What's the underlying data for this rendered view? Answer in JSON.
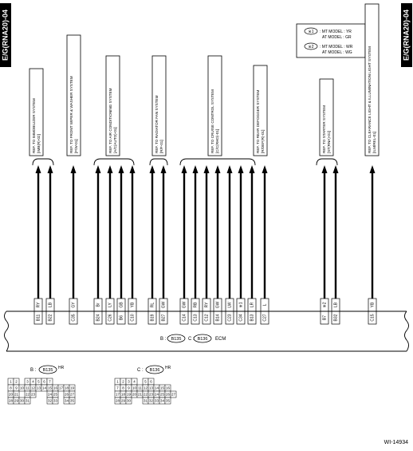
{
  "side_labels": {
    "left": "E/G(RNA20)-04",
    "right": "E/G(RNA20)-04"
  },
  "legend": [
    {
      "mark": "※1",
      "line1": ": MT MODEL : YR",
      "line2": "AT MODEL : GR"
    },
    {
      "mark": "※2",
      "line1": ": MT MODEL : WR",
      "line2": "AT MODEL : WG"
    }
  ],
  "references": [
    {
      "lines": [
        "REF. TO IMMOBILIZER SYSTEM",
        "[IMB(R)-02]"
      ]
    },
    {
      "lines": [
        "REF. TO FRONT WIPER & WASHER SYSTEM",
        "[F/W-01]"
      ]
    },
    {
      "lines": [
        "REF. TO AIR CONDITIONING SYSTEM",
        "[A/C(AUTO)-01]"
      ]
    },
    {
      "lines": [
        "REF. TO RADIATOR FAN SYSTEM",
        "[R/F-01]"
      ]
    },
    {
      "lines": [
        "REF. TO CRUISE CONTROL SYSTEM",
        "[C/C(RHD)-01]"
      ]
    },
    {
      "lines": [
        "REF. TO REAR DEFOGGER SYSTEM",
        "[R/DEF(R)-01]"
      ]
    },
    {
      "lines": [
        "REF. TO STARTER SYSTEM",
        "[ST(RNA)-01]"
      ]
    },
    {
      "lines": [
        "REF. TO CLEARANCE LIGHT & ILLUMINATION LIGHT SYSTEM",
        "[ILM/REL-01]"
      ]
    }
  ],
  "wires": [
    {
      "pin": "B11",
      "color": "RY"
    },
    {
      "pin": "B22",
      "color": "LB"
    },
    {
      "pin": "C35",
      "color": "GY"
    },
    {
      "pin": "B24",
      "color": "Br"
    },
    {
      "pin": "C26",
      "color": "LY"
    },
    {
      "pin": "B6",
      "color": "GB"
    },
    {
      "pin": "C10",
      "color": "YB"
    },
    {
      "pin": "B19",
      "color": "RL"
    },
    {
      "pin": "B27",
      "color": "GW"
    },
    {
      "pin": "C14",
      "color": "GW"
    },
    {
      "pin": "C13",
      "color": "RB"
    },
    {
      "pin": "C12",
      "color": "RY"
    },
    {
      "pin": "B14",
      "color": "GW"
    },
    {
      "pin": "C23",
      "color": "LW"
    },
    {
      "pin": "C34",
      "color": "※1"
    },
    {
      "pin": "B13",
      "color": "LR"
    },
    {
      "pin": "C27",
      "color": "L"
    },
    {
      "pin": "B7",
      "color": "※2"
    },
    {
      "pin": "B32",
      "color": "LB"
    },
    {
      "pin": "C15",
      "color": "YB"
    }
  ],
  "ecm": {
    "b_label": "B :",
    "b_conn": "B135",
    "c_label": "C :",
    "c_conn": "B136",
    "name": "ECM"
  },
  "connector_b": {
    "prefix": "B :",
    "code": "B135",
    "suffix": "HR",
    "rows": [
      [
        "1",
        "2",
        "",
        "3",
        "4",
        "5",
        "6",
        "7"
      ],
      [
        "8",
        "9",
        "10",
        "11",
        "12",
        "13",
        "14",
        "15",
        "16",
        "17",
        "18",
        "19"
      ],
      [
        "20",
        "21",
        "",
        "22",
        "23",
        "",
        "",
        "24",
        "25",
        "",
        "26",
        "27"
      ],
      [
        "28",
        "29",
        "30",
        "31",
        "",
        "",
        "",
        "32",
        "33",
        "",
        "34",
        "35"
      ]
    ]
  },
  "connector_c": {
    "prefix": "C :",
    "code": "B136",
    "suffix": "HR",
    "rows": [
      [
        "1",
        "2",
        "3",
        "4",
        "",
        "5",
        "6"
      ],
      [
        "7",
        "8",
        "9",
        "10",
        "11",
        "12",
        "13",
        "14",
        "15",
        "16"
      ],
      [
        "17",
        "18",
        "19",
        "20",
        "21",
        "22",
        "23",
        "24",
        "25",
        "26",
        "27"
      ],
      [
        "28",
        "29",
        "30",
        "",
        "",
        "31",
        "32",
        "33",
        "34",
        "35"
      ]
    ]
  },
  "figure_code": "WI-14934"
}
